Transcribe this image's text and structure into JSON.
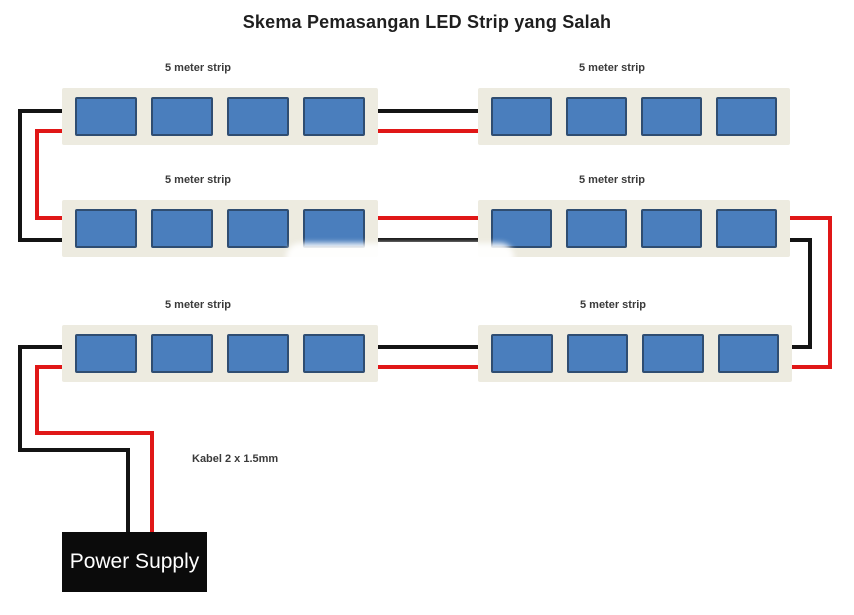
{
  "title": "Skema Pemasangan LED Strip yang Salah",
  "strips": [
    {
      "id": "row1-left",
      "label": "5 meter strip",
      "row": 1,
      "col": "left",
      "led_segments": 4
    },
    {
      "id": "row1-right",
      "label": "5 meter strip",
      "row": 1,
      "col": "right",
      "led_segments": 4
    },
    {
      "id": "row2-left",
      "label": "5 meter strip",
      "row": 2,
      "col": "left",
      "led_segments": 4
    },
    {
      "id": "row2-right",
      "label": "5 meter strip",
      "row": 2,
      "col": "right",
      "led_segments": 4
    },
    {
      "id": "row3-left",
      "label": "5 meter strip",
      "row": 3,
      "col": "left",
      "led_segments": 4
    },
    {
      "id": "row3-right",
      "label": "5 meter strip",
      "row": 3,
      "col": "right",
      "led_segments": 4
    }
  ],
  "cable_label": "Kabel 2 x 1.5mm",
  "power_supply": {
    "label": "Power Supply"
  },
  "wiring": {
    "topology": "series daisy-chain from single power supply",
    "positive_wire": "red",
    "negative_wire": "black"
  },
  "colors": {
    "title_color": "#1f1f1f",
    "label_color": "#3a3a3a",
    "strip_bg": "#edebe0",
    "led_fill": "#4a7ebd",
    "led_border": "#2f4d71",
    "wire_negative": "#141414",
    "wire_positive": "#e01717",
    "psu_bg": "#0b0b0b",
    "psu_text": "#ffffff",
    "page_bg": "#ffffff"
  }
}
